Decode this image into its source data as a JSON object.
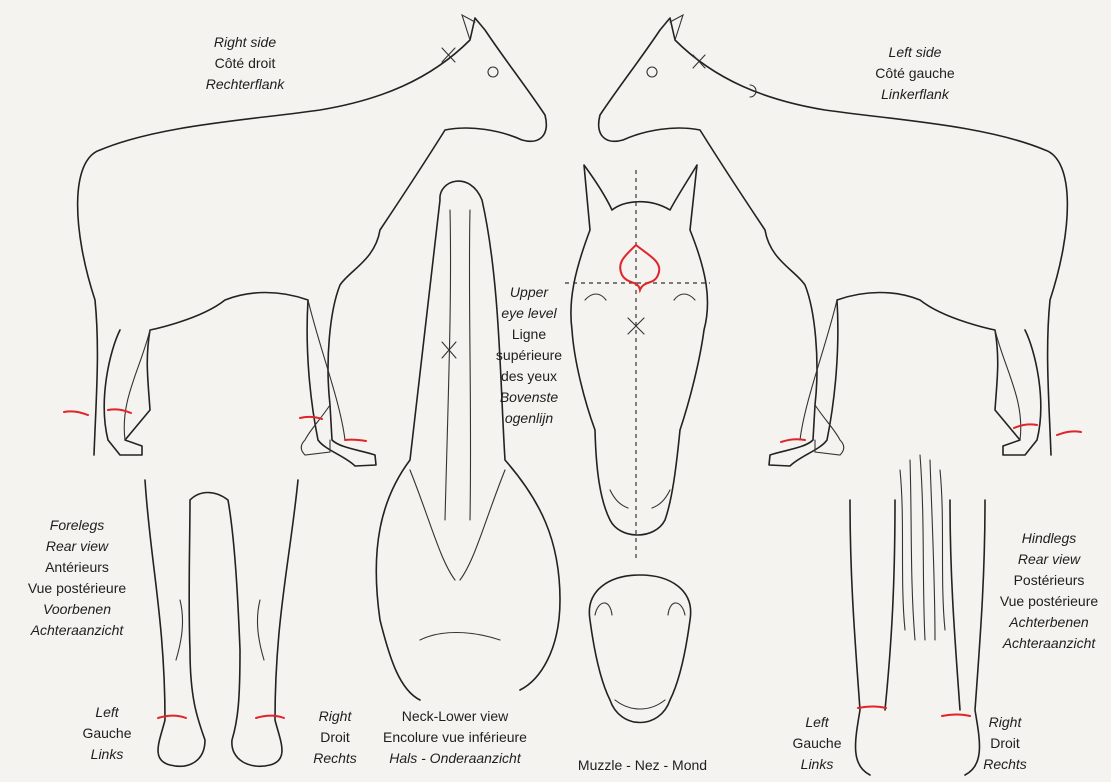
{
  "right_side": {
    "en": "Right side",
    "fr": "Côté droit",
    "nl": "Rechterflank"
  },
  "left_side": {
    "en": "Left side",
    "fr": "Côté gauche",
    "nl": "Linkerflank"
  },
  "upper_eye": {
    "en1": "Upper",
    "en2": "eye level",
    "fr1": "Ligne",
    "fr2": "supérieure",
    "fr3": "des yeux",
    "nl1": "Bovenste",
    "nl2": "ogenlijn"
  },
  "forelegs": {
    "en1": "Forelegs",
    "en2": "Rear view",
    "fr1": "Antérieurs",
    "fr2": "Vue postérieure",
    "nl1": "Voorbenen",
    "nl2": "Achteraanzicht"
  },
  "hindlegs": {
    "en1": "Hindlegs",
    "en2": "Rear view",
    "fr1": "Postérieurs",
    "fr2": "Vue postérieure",
    "nl1": "Achterbenen",
    "nl2": "Achteraanzicht"
  },
  "fore_left": {
    "en": "Left",
    "fr": "Gauche",
    "nl": "Links"
  },
  "fore_right": {
    "en": "Right",
    "fr": "Droit",
    "nl": "Rechts"
  },
  "neck": {
    "en": "Neck-Lower view",
    "fr": "Encolure vue inférieure",
    "nl": "Hals - Onderaanzicht"
  },
  "muzzle": "Muzzle - Nez - Mond",
  "hind_left": {
    "en": "Left",
    "fr": "Gauche",
    "nl": "Links"
  },
  "hind_right": {
    "en": "Right",
    "fr": "Droit",
    "nl": "Rechts"
  },
  "marks": {
    "whorl": "X",
    "circle": "C"
  },
  "colors": {
    "outline": "#222222",
    "marking": "#e0242a",
    "paper": "#f4f3ef"
  }
}
